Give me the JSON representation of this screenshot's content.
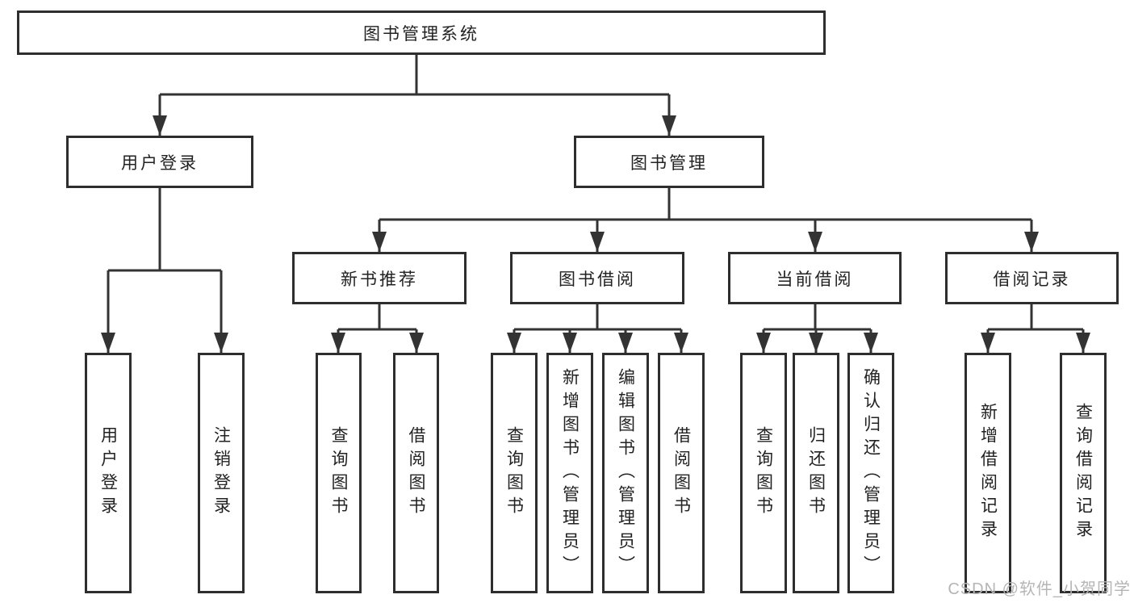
{
  "tree": {
    "label": "图书管理系统",
    "children": [
      {
        "label": "用户登录",
        "children": [
          {
            "label": "用户登录"
          },
          {
            "label": "注销登录"
          }
        ]
      },
      {
        "label": "图书管理",
        "children": [
          {
            "label": "新书推荐",
            "children": [
              {
                "label": "查询图书"
              },
              {
                "label": "借阅图书"
              }
            ]
          },
          {
            "label": "图书借阅",
            "children": [
              {
                "label": "查询图书"
              },
              {
                "label": "新增图书（管理员）"
              },
              {
                "label": "编辑图书（管理员）"
              },
              {
                "label": "借阅图书"
              }
            ]
          },
          {
            "label": "当前借阅",
            "children": [
              {
                "label": "查询图书"
              },
              {
                "label": "归还图书"
              },
              {
                "label": "确认归还（管理员）"
              }
            ]
          },
          {
            "label": "借阅记录",
            "children": [
              {
                "label": "新增借阅记录"
              },
              {
                "label": "查询借阅记录"
              }
            ]
          }
        ]
      }
    ]
  },
  "watermark": {
    "text": "CSDN @软件_小贺同学"
  },
  "colors": {
    "line": "#333333",
    "box_border": "#2e2e2e",
    "box_fill": "#ffffff",
    "text": "#222222",
    "watermark": "#b5b5b5",
    "background": "#ffffff"
  }
}
